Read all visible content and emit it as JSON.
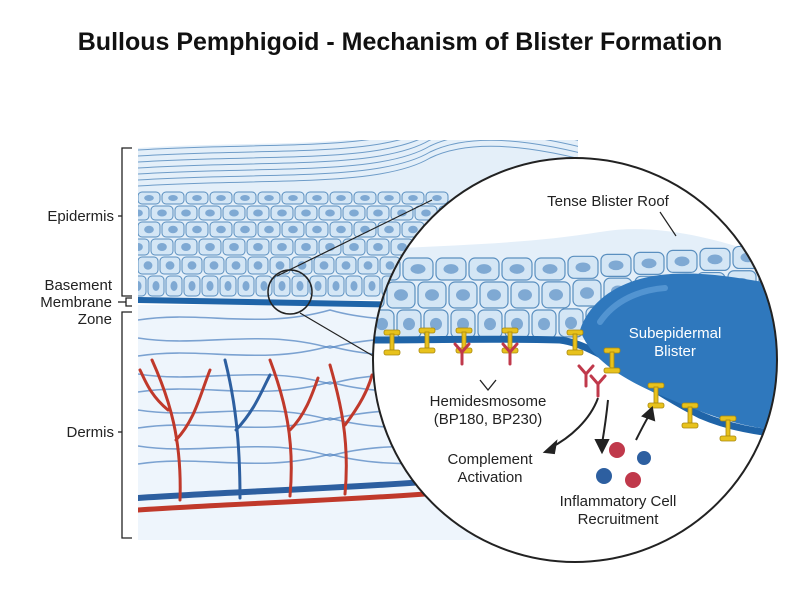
{
  "title": "Bullous Pemphigoid - Mechanism of Blister Formation",
  "labels": {
    "epidermis": "Epidermis",
    "basement_line1": "Basement",
    "basement_line2": "Membrane",
    "basement_line3": "Zone",
    "dermis": "Dermis",
    "tense_roof": "Tense Blister Roof",
    "subepidermal_line1": "Subepidermal",
    "subepidermal_line2": "Blister",
    "hemidesmosome_line1": "Hemidesmosome",
    "hemidesmosome_line2": "(BP180, BP230)",
    "complement_line1": "Complement",
    "complement_line2": "Activation",
    "inflammatory_line1": "Inflammatory Cell",
    "inflammatory_line2": "Recruitment"
  },
  "colors": {
    "cell_fill": "#d4e6f5",
    "cell_stroke": "#5a8fbf",
    "nucleus": "#7fa9d3",
    "basement": "#1f64a8",
    "fiber_blue": "#4a7fbf",
    "vessel_red": "#c0392b",
    "vessel_blue": "#2d5fa0",
    "blister": "#2f78bd",
    "anchor_yellow": "#e8c21c",
    "antibody_red": "#c0394b"
  }
}
